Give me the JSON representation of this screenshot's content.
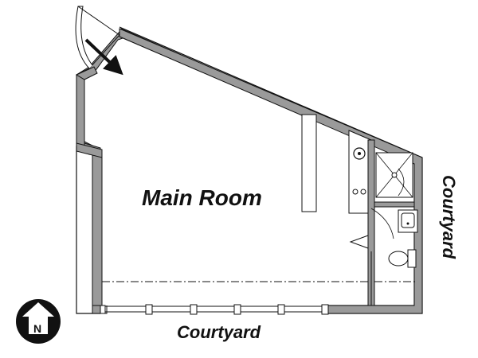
{
  "labels": {
    "main_room": "Main Room",
    "courtyard_bottom": "Courtyard",
    "courtyard_right": "Courtyard",
    "north": "N"
  },
  "colors": {
    "wall": "#9a9a9a",
    "outline": "#111111",
    "background": "#ffffff"
  },
  "icons": [
    "entry-arrow-icon",
    "north-compass-icon",
    "door-swing-icon",
    "sink-icon",
    "stove-icon",
    "toilet-icon",
    "shower-icon"
  ]
}
